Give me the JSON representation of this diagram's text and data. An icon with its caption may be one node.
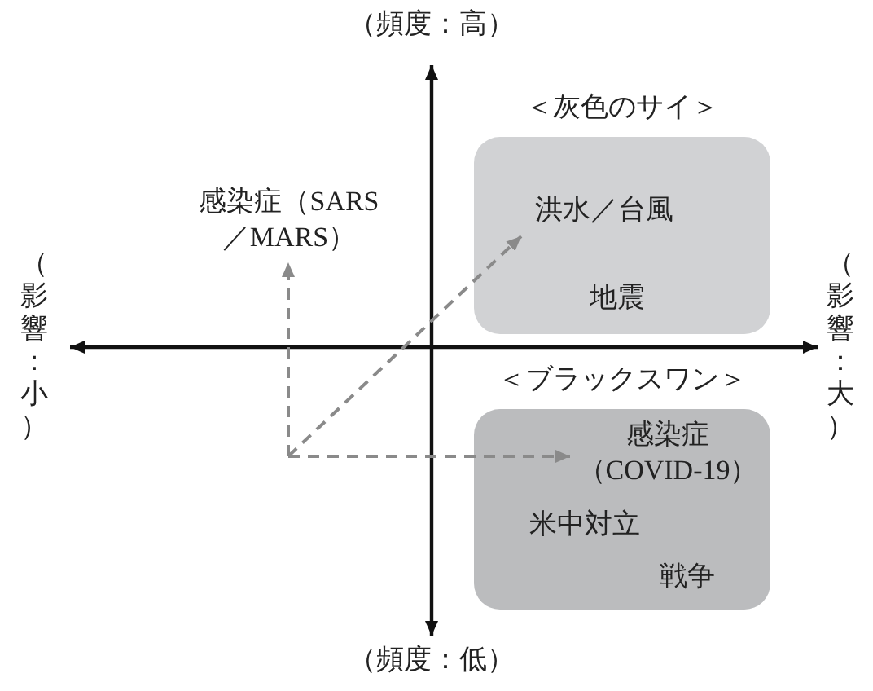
{
  "diagram": {
    "nodes": [
      {
        "text": [
          "＜灰色のサイ＞"
        ]
      },
      {
        "text": [
          "洪水／台風"
        ],
        "in": 0
      },
      {
        "text": [
          "地震"
        ],
        "in": 0
      },
      {
        "text": [
          "＜ブラックスワン＞"
        ]
      },
      {
        "text": [
          "感染症（COVID-19）"
        ],
        "in": 3
      },
      {
        "text": [
          "米中対立"
        ],
        "in": 3
      },
      {
        "text": [
          "戦争"
        ],
        "in": 3
      },
      {
        "text": [
          "感染症（SARS／MARS）"
        ]
      }
    ],
    "edges": [
      {
        "from": null,
        "to": 7,
        "arrow": "to",
        "style": "dashed"
      },
      {
        "from": null,
        "to": 1,
        "arrow": "to",
        "style": "dashed"
      },
      {
        "from": null,
        "to": 4,
        "arrow": "to",
        "style": "dashed"
      }
    ],
    "labels": [
      "（頻度：高）",
      "（影響：小）",
      "（影響：大）",
      "（頻度：低）"
    ]
  }
}
